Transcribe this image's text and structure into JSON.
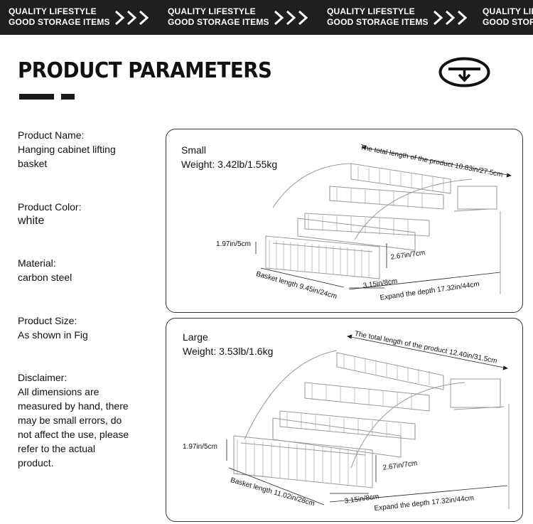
{
  "banner": {
    "line1": "QUALITY LIFESTYLE",
    "line2": "GOOD STORAGE ITEMS"
  },
  "title": "PRODUCT PARAMETERS",
  "logo_icon": "circle-down-arrow-icon",
  "specs": {
    "name_label": "Product Name:",
    "name_value_line1": "Hanging cabinet lifting",
    "name_value_line2": "basket",
    "color_label": "Product Color:",
    "color_value": "white",
    "material_label": "Material:",
    "material_value": "carbon steel",
    "size_label": "Product Size:",
    "size_value": "As shown in Fig",
    "disclaimer_label": "Disclaimer:",
    "disclaimer_lines": [
      "All dimensions are",
      "measured by hand, there",
      "may be small errors, do",
      "not affect the use, please",
      "refer to the actual",
      "product."
    ]
  },
  "small": {
    "size": "Small",
    "weight": "Weight: 3.42lb/1.55kg",
    "total_length": "The total length of the product 10.83in/27.5cm",
    "height": "1.97in/5cm",
    "step": "2.67in/7cm",
    "basket_length": "Basket length 9.45in/24cm",
    "gap": "3.15in/8cm",
    "depth": "Expand the depth 17.32in/44cm"
  },
  "large": {
    "size": "Large",
    "weight": "Weight: 3.53lb/1.6kg",
    "total_length": "The total length of the product 12.40in/31.5cm",
    "height": "1.97in/5cm",
    "step": "2.67in/7cm",
    "basket_length": "Basket length 11.02in/28cm",
    "gap": "3.15in/8cm",
    "depth": "Expand the depth 17.32in/44cm"
  }
}
